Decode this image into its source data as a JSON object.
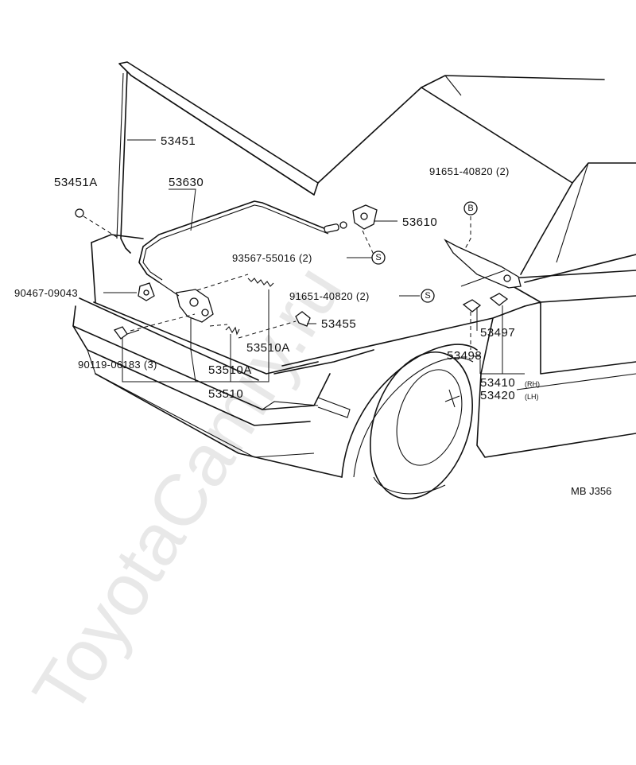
{
  "diagram": {
    "labels": {
      "prop_rod": "53451",
      "prop_rod_clip": "53451A",
      "release_cable": "53630",
      "bolt_upper": "91651-40820 (2)",
      "lock_assy": "53610",
      "screw": "93567-55016 (2)",
      "bolt_lower": "91651-40820 (2)",
      "bushing": "90467-09043",
      "clip": "53455",
      "lock_spring": "53510A",
      "lock_spring_2": "53510A",
      "lock": "53510",
      "bolt_lock": "90119-06183 (3)",
      "hinge_cushion_1": "53497",
      "hinge_cushion_2": "53498",
      "hinge_rh": "53410",
      "hinge_rh_side": "(RH)",
      "hinge_lh": "53420",
      "hinge_lh_side": "(LH)",
      "figure_code": "MB J356"
    },
    "symbols": {
      "b": "B",
      "s1": "S",
      "s2": "S"
    },
    "watermark": "ToyotaCamry.ru"
  }
}
